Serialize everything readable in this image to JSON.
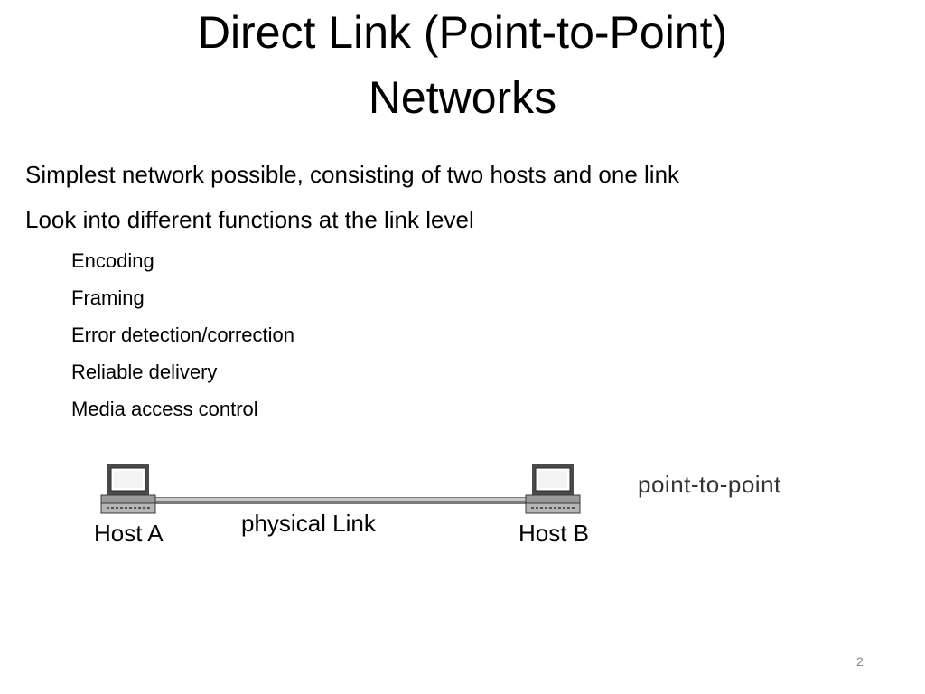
{
  "slide": {
    "title_line1": "Direct Link (Point-to-Point)",
    "title_line2": "Networks",
    "bullets": [
      "Simplest network possible, consisting of two hosts and one link",
      "Look into different functions at the link level"
    ],
    "sub_bullets": [
      "Encoding",
      "Framing",
      "Error detection/correction",
      "Reliable delivery",
      "Media access control"
    ],
    "page_number": "2"
  },
  "diagram": {
    "host_a_label": "Host A",
    "host_b_label": "Host B",
    "link_label": "physical Link",
    "caption": "point-to-point",
    "icons": [
      "computer-icon",
      "computer-icon"
    ]
  }
}
